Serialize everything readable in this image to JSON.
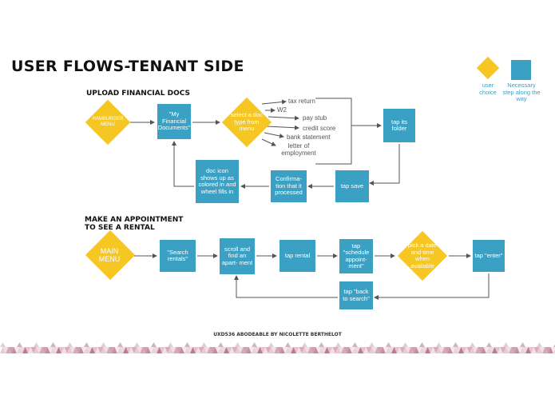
{
  "title": "USER FLOWS-TENANT SIDE",
  "legend": {
    "choice": "user choice",
    "step": "Necessary step along the way"
  },
  "flow1": {
    "heading": "UPLOAD FINANCIAL DOCS",
    "hamburger": "HAMBURGER MENU",
    "my_docs": "\"My Financial Documents\"",
    "select_type": "select a doc type from menu",
    "options": [
      "tax return",
      "W2",
      "pay stub",
      "credit score",
      "bank statement",
      "letter of employment"
    ],
    "tap_folder": "tap its folder",
    "tap_save": "tap save",
    "confirmation": "Confirma- tion that it processed",
    "doc_icon": "doc icon shows up as colored in and wheel fills in"
  },
  "flow2": {
    "heading": "MAKE AN APPOINTMENT TO SEE A RENTAL",
    "main_menu": "MAIN MENU",
    "search_rentals": "\"Search rentals\"",
    "scroll": "scroll and find an apart- ment",
    "tap_rental": "tap rental",
    "tap_schedule": "tap \"schedule appoint- ment\"",
    "pick_date": "pick a date and time when available",
    "tap_enter": "tap \"enter\"",
    "back_search": "tap \"back to search\""
  },
  "footer": "UXD536 ABODEABLE BY NICOLETTE BERTHELOT",
  "colors": {
    "step": "#3ba1c4",
    "choice": "#f6c623",
    "arrow": "#555555"
  }
}
